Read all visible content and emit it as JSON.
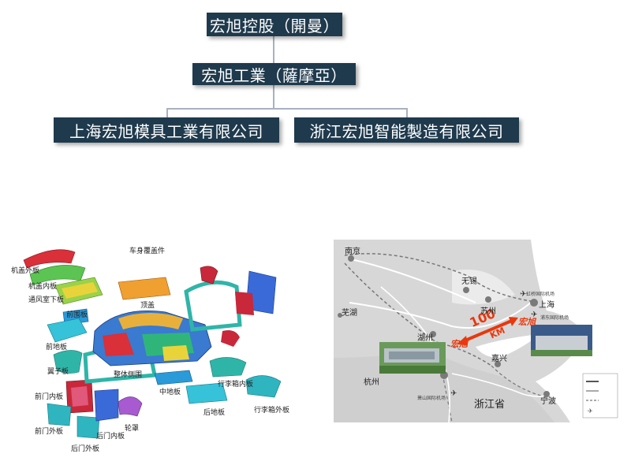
{
  "org_chart": {
    "top": "宏旭控股（開曼）",
    "middle": "宏旭工業（薩摩亞）",
    "left": "上海宏旭模具工業有限公司",
    "right": "浙江宏旭智能製造有限公司",
    "box_color": "#1f3a4d",
    "line_color": "#a9b0c0"
  },
  "parts_diagram": {
    "title": "车身覆盖件",
    "labels": {
      "hood_outer": "机盖外板",
      "hood_inner": "机盖内板",
      "cowl": "通风室下板",
      "front_panel": "前围板",
      "front_floor": "前地板",
      "fender": "翼子板",
      "front_door_inner": "前门内板",
      "front_door_outer": "前门外板",
      "rear_door_outer": "后门外板",
      "rear_door_inner": "后门内板",
      "wheelhouse": "轮罩",
      "body_side": "整体侧围",
      "mid_floor": "中地板",
      "rear_floor": "后地板",
      "trunk_inner": "行李箱内板",
      "trunk_outer": "行李箱外板",
      "roof": "顶盖"
    }
  },
  "map": {
    "cities": {
      "nanjing": "南京",
      "wuxi": "无锡",
      "suzhou": "苏州",
      "shanghai": "上海",
      "wuhu": "芜湖",
      "huzhou": "湖州",
      "hangzhou": "杭州",
      "jiaxing": "嘉兴",
      "ningbo": "宁波",
      "province": "浙江省"
    },
    "airports": {
      "hongqiao": "虹桥国际机场",
      "pudong": "浦东国际机场",
      "xiaoshan": "萧山国际机场"
    },
    "distance": {
      "value": "100",
      "unit": "KM"
    },
    "logo_text": "宏旭",
    "accent": "#e8380d"
  }
}
